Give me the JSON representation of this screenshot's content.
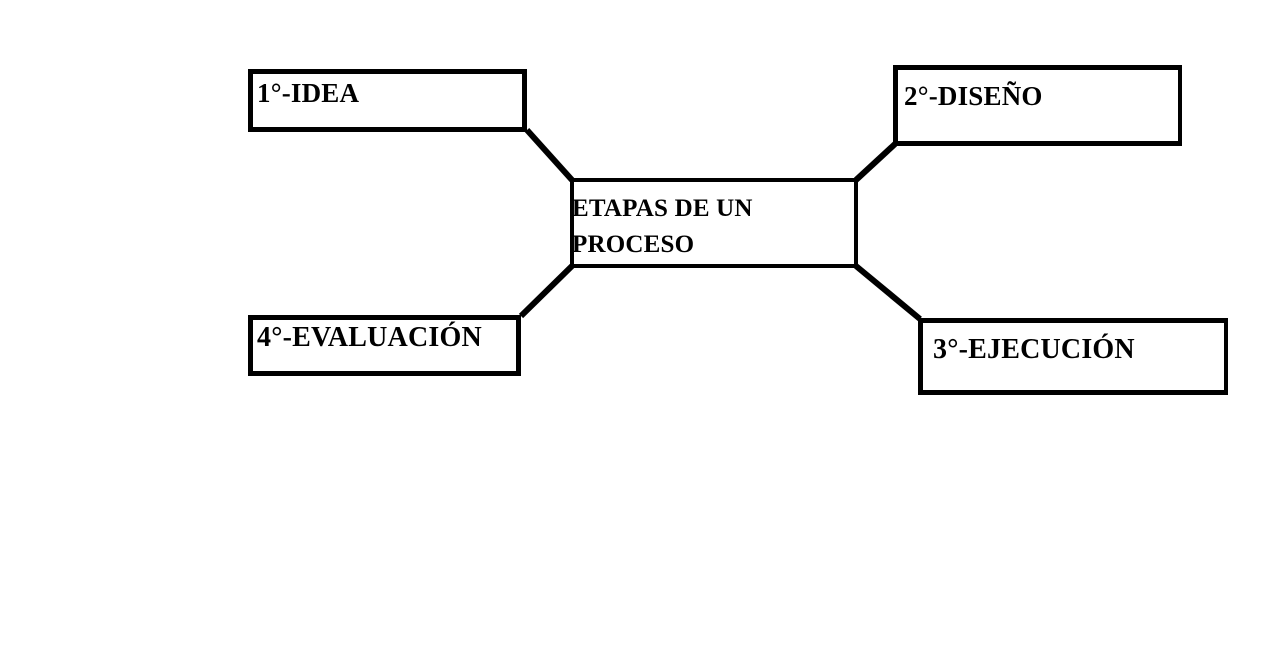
{
  "diagram": {
    "title": "ETAPAS DE UN PROCESO",
    "type": "mind-map",
    "background_color": "#ffffff",
    "line_color": "#000000",
    "text_color": "#000000",
    "center": {
      "id": "center",
      "label": "ETAPAS DE UN\nPROCESO",
      "line_1": "ETAPAS DE UN",
      "line_2": "PROCESO"
    },
    "nodes": [
      {
        "id": "idea",
        "label": "1°-IDEA",
        "order": 1,
        "position": "top-left"
      },
      {
        "id": "diseno",
        "label": "2°-DISEÑO",
        "order": 2,
        "position": "top-right"
      },
      {
        "id": "ejecucion",
        "label": "3°-EJECUCIÓN",
        "order": 3,
        "position": "bottom-right"
      },
      {
        "id": "evaluacion",
        "label": "4°-EVALUACIÓN",
        "order": 4,
        "position": "bottom-left"
      }
    ],
    "connectors": [
      {
        "id": "center-to-idea",
        "from": "center",
        "to": "idea"
      },
      {
        "id": "center-to-diseno",
        "from": "center",
        "to": "diseno"
      },
      {
        "id": "center-to-ejecucion",
        "from": "center",
        "to": "ejecucion"
      },
      {
        "id": "center-to-evaluacion",
        "from": "center",
        "to": "evaluacion"
      }
    ]
  }
}
